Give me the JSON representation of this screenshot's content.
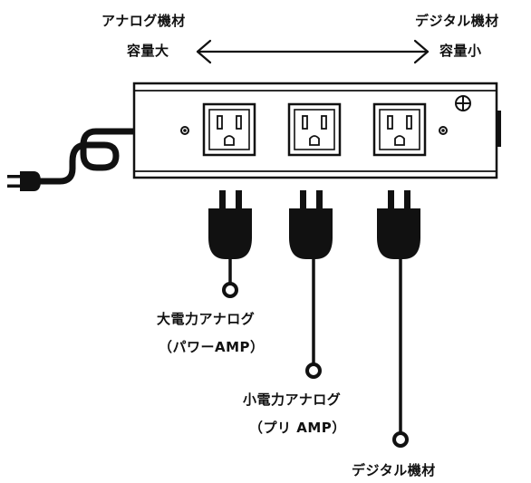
{
  "header": {
    "left_line1": "アナログ機材",
    "left_line2": "容量大",
    "right_line1": "デジタル機材",
    "right_line2": "容量小"
  },
  "plugs": [
    {
      "line1": "大電力アナログ",
      "line2": "（パワーAMP）"
    },
    {
      "line1": "小電力アナログ",
      "line2": "（プリ AMP）"
    },
    {
      "line1": "デジタル機材",
      "line2": ""
    }
  ],
  "colors": {
    "ink": "#111111",
    "strip": "#ffffff"
  },
  "icons": [
    "power-plug-icon",
    "outlet-icon",
    "screw-icon",
    "double-arrow-icon"
  ]
}
